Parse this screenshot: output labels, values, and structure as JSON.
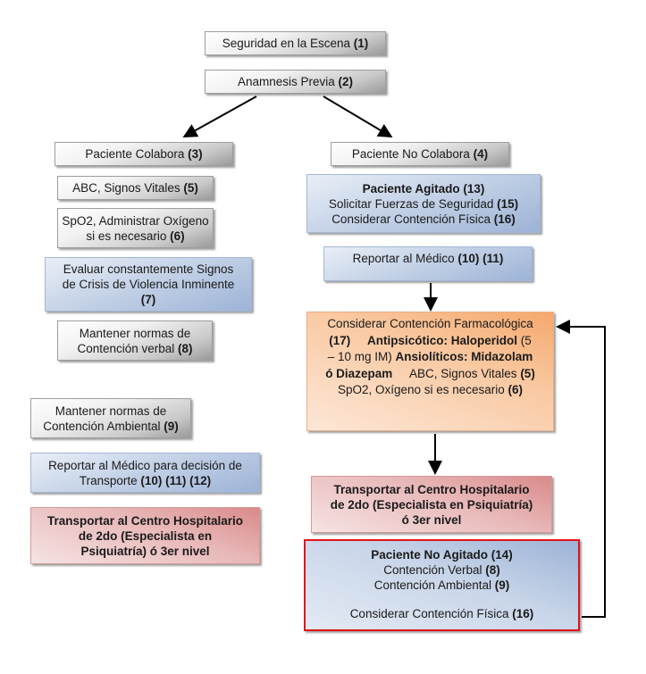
{
  "diagram": {
    "nodes": {
      "n1": {
        "text": "Seguridad en la Escena ",
        "ref": "(1)"
      },
      "n2": {
        "text": "Anamnesis Previa ",
        "ref": "(2)"
      },
      "n3": {
        "text": "Paciente Colabora ",
        "ref": "(3)"
      },
      "n4": {
        "text": "Paciente No Colabora ",
        "ref": "(4)"
      },
      "n5": {
        "text": "ABC, Signos Vitales ",
        "ref": "(5)"
      },
      "n6": {
        "line1": "SpO2, Administrar Oxígeno",
        "line2": "si es necesario ",
        "ref": "(6)"
      },
      "n7": {
        "line1": "Evaluar constantemente Signos",
        "line2": "de Crisis de Violencia Inminente",
        "ref": "(7)"
      },
      "n8": {
        "line1": "Mantener normas de",
        "line2": "Contención verbal ",
        "ref": "(8)"
      },
      "n9": {
        "line1": "Mantener normas de",
        "line2": "Contención Ambiental ",
        "ref": "(9)"
      },
      "n10": {
        "line1": "Reportar al Médico para decisión de",
        "line2": "Transporte ",
        "ref": "(10) (11) (12)"
      },
      "n11": {
        "line1": "Transportar al Centro Hospitalario",
        "line2": "de 2do (Especialista en",
        "line3": "Psiquiatría) ó 3er nivel"
      },
      "n13": {
        "title": "Paciente Agitado (13)",
        "line2": "Solicitar Fuerzas de Seguridad ",
        "ref2": "(15)",
        "line3": "Considerar Contención Física ",
        "ref3": "(16)"
      },
      "n14": {
        "text": "Reportar al Médico ",
        "ref": "(10) (11)"
      },
      "n15": {
        "l1": "Considerar Contención Farmacológica",
        "l2a": "(17)",
        "l2b": "Antipsicótico: Haloperidol",
        "l2c": " (5",
        "l3a": "– 10 mg IM) ",
        "l3b": "Ansiolíticos: Midazolam",
        "l4a": "ó Diazepam",
        "l4b": "ABC, Signos Vitales ",
        "l4c": "(5)",
        "l5a": "SpO2, Oxígeno si es necesario ",
        "l5b": "(6)"
      },
      "n16": {
        "line1": "Transportar al Centro Hospitalario",
        "line2": "de 2do (Especialista en Psiquiatría)",
        "line3": "ó 3er nivel"
      },
      "n17": {
        "title": "Paciente No Agitado (14)",
        "line2": "Contención Verbal ",
        "ref2": "(8)",
        "line3": "Contención Ambiental ",
        "ref3": "(9)",
        "line4": "Considerar Contención Física ",
        "ref4": "(16)"
      }
    },
    "colors": {
      "gray": "#c9c9c9",
      "blue": "#b9c9e2",
      "orange": "#f9c9a2",
      "red": "#e8b7b7",
      "highlight_border": "#e4111a"
    }
  }
}
